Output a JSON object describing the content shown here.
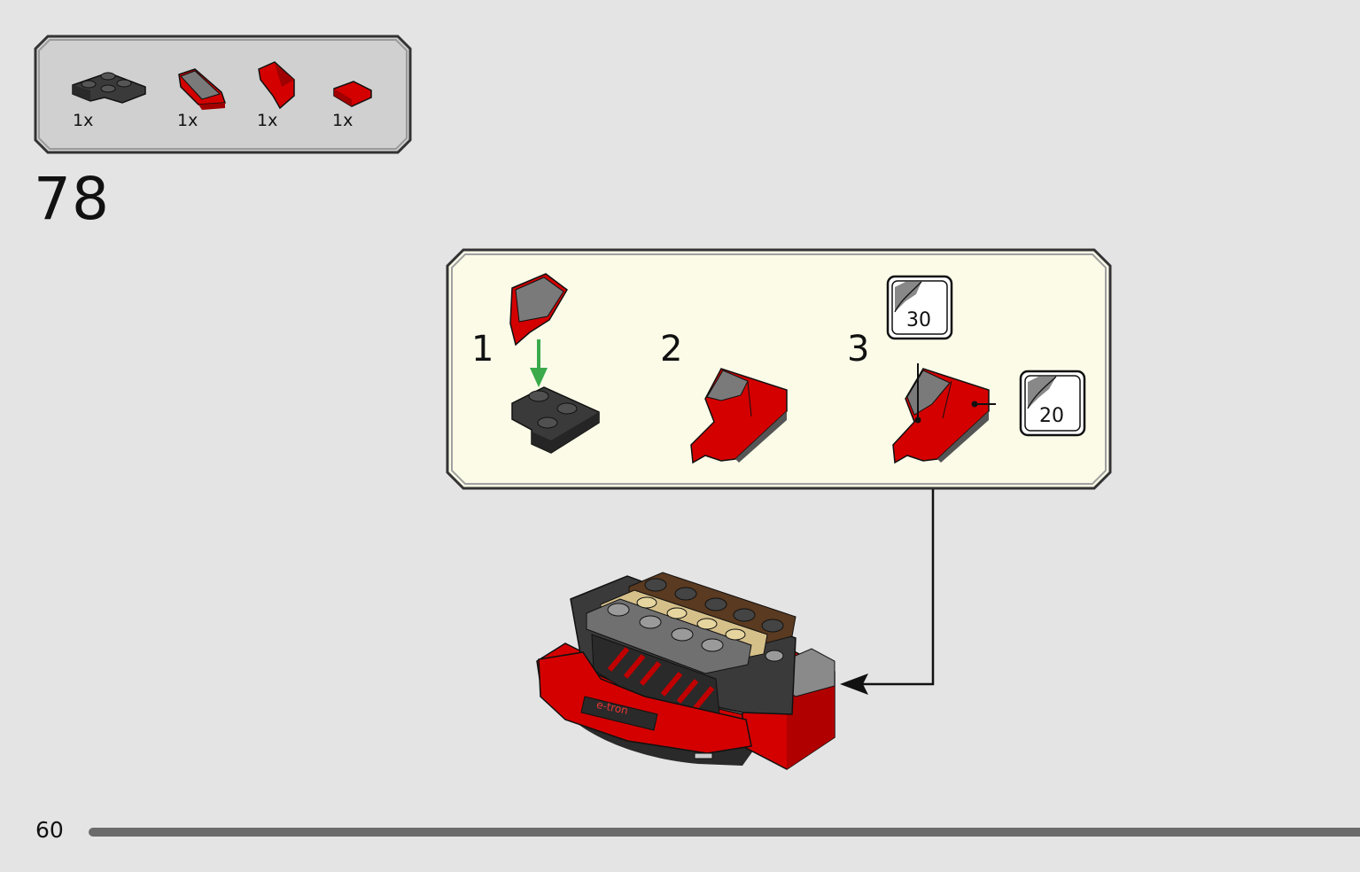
{
  "parts_list": {
    "items": [
      {
        "part": "dark-gray-l-plate",
        "qty": "1x",
        "color": "#3a3a3a"
      },
      {
        "part": "red-curved-wedge-left",
        "qty": "1x",
        "color": "#d40000"
      },
      {
        "part": "red-curved-wedge-right",
        "qty": "1x",
        "color": "#d40000"
      },
      {
        "part": "red-tile-1x1",
        "qty": "1x",
        "color": "#d40000"
      }
    ]
  },
  "step": {
    "number": "78"
  },
  "subassembly": {
    "steps": [
      {
        "label": "1"
      },
      {
        "label": "2"
      },
      {
        "label": "3"
      }
    ],
    "stickers": [
      {
        "number": "30"
      },
      {
        "number": "20"
      }
    ]
  },
  "model_decal": "e-tron",
  "footer": {
    "page_number": "60"
  },
  "colors": {
    "background": "#e4e4e4",
    "parts_box": "#d0d0d0",
    "subassembly_box": "#fbfbe8",
    "lego_red": "#d40000",
    "dark_gray": "#3a3a3a",
    "arrow_green": "#3aaa4a"
  }
}
